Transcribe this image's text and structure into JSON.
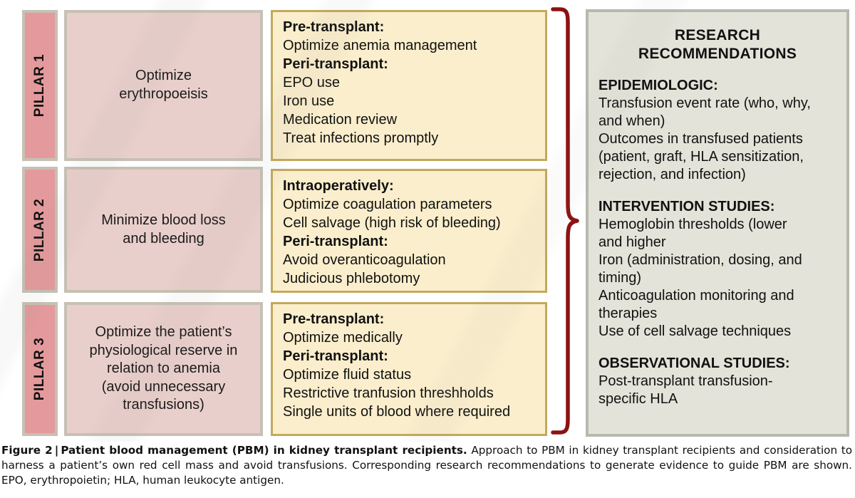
{
  "figure": {
    "pillars": [
      {
        "tab_label": "PILLAR 1",
        "title": "Optimize\nerythropoeisis",
        "actions": [
          {
            "type": "header",
            "text": "Pre-transplant:"
          },
          {
            "type": "item",
            "text": "Optimize anemia management"
          },
          {
            "type": "header",
            "text": "Peri-transplant:"
          },
          {
            "type": "item",
            "text": "EPO use"
          },
          {
            "type": "item",
            "text": "Iron use"
          },
          {
            "type": "item",
            "text": "Medication review"
          },
          {
            "type": "item",
            "text": "Treat infections promptly"
          }
        ]
      },
      {
        "tab_label": "PILLAR 2",
        "title": "Minimize blood loss\nand bleeding",
        "actions": [
          {
            "type": "header",
            "text": "Intraoperatively:"
          },
          {
            "type": "item",
            "text": "Optimize coagulation parameters"
          },
          {
            "type": "item",
            "text": "Cell salvage (high risk of bleeding)"
          },
          {
            "type": "header",
            "text": "Peri-transplant:"
          },
          {
            "type": "item",
            "text": "Avoid overanticoagulation"
          },
          {
            "type": "item",
            "text": "Judicious phlebotomy"
          }
        ]
      },
      {
        "tab_label": "PILLAR 3",
        "title": "Optimize the patient’s\nphysiological reserve in\nrelation to anemia\n(avoid unnecessary\ntransfusions)",
        "actions": [
          {
            "type": "header",
            "text": "Pre-transplant:"
          },
          {
            "type": "item",
            "text": "Optimize medically"
          },
          {
            "type": "header",
            "text": "Peri-transplant:"
          },
          {
            "type": "item",
            "text": "Optimize fluid status"
          },
          {
            "type": "item",
            "text": "Restrictive tranfusion threshholds"
          },
          {
            "type": "item",
            "text": "Single units of blood where required"
          }
        ]
      }
    ],
    "research": {
      "title_line1": "RESEARCH",
      "title_line2": "RECOMMENDATIONS",
      "sections": [
        {
          "heading": "EPIDEMIOLOGIC:",
          "lines": [
            "Transfusion event rate (who, why,",
            "and when)",
            "Outcomes in transfused patients",
            "(patient, graft, HLA sensitization,",
            "rejection, and infection)"
          ]
        },
        {
          "heading": "INTERVENTION STUDIES:",
          "lines": [
            "Hemoglobin thresholds (lower",
            "and higher",
            "Iron (administration, dosing, and",
            "timing)",
            "Anticoagulation monitoring and",
            "therapies",
            "Use of cell salvage techniques"
          ]
        },
        {
          "heading": "OBSERVATIONAL STUDIES:",
          "lines": [
            "Post-transplant transfusion-",
            "specific HLA"
          ]
        }
      ]
    },
    "caption": {
      "label": "Figure 2",
      "separator": "|",
      "bold_title": "Patient blood management (PBM) in kidney transplant recipients.",
      "body": "Approach to PBM in kidney transplant recipients and consideration to harness a patient’s own red cell mass and avoid transfusions. Corresponding research recommendations to generate evidence to guide PBM are shown. EPO, erythropoietin; HLA, human leukocyte antigen."
    },
    "colors": {
      "pillar_tab": "#E49A9C",
      "pillar_body": "#E9CFCB",
      "actions_box": "#FAEECC",
      "actions_border": "#C3A95C",
      "box_border": "#C6C1B4",
      "research_panel": "#E3E3D9",
      "research_border": "#B8B8AE",
      "brace": "#8E1111"
    }
  }
}
